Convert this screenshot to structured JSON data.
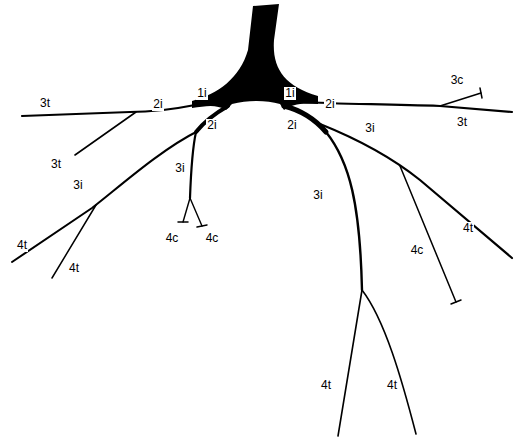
{
  "diagram": {
    "labels": [
      "3c",
      "1i",
      "1i",
      "3t",
      "2i",
      "2i",
      "3t",
      "2i",
      "2i",
      "3i",
      "3t",
      "3i",
      "3i",
      "3i",
      "4t",
      "4c",
      "4c",
      "4t",
      "4c",
      "4t",
      "4t",
      "4t"
    ]
  }
}
